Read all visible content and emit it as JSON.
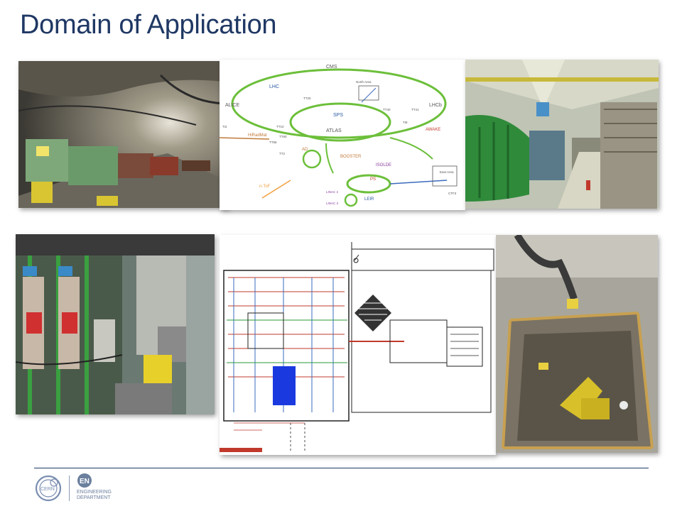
{
  "slide": {
    "title": "Domain of Application"
  },
  "accelerator_diagram": {
    "labels": {
      "cms": "CMS",
      "lhc": "LHC",
      "alice": "ALICE",
      "lhcb": "LHCb",
      "sps": "SPS",
      "atlas": "ATLAS",
      "north_area": "North Area",
      "awake": "AWAKE",
      "hiradmat": "HiRadMat",
      "ad": "AD",
      "booster": "BOOSTER",
      "isolde": "ISOLDE",
      "ps": "PS",
      "leir": "LEIR",
      "east_area": "East Area",
      "ntof": "n-ToF",
      "linac2": "LINAC 2",
      "linac3": "LINAC 3",
      "tt20": "TT20",
      "tt10": "TT10",
      "tt40": "TT40",
      "tt41": "TT41",
      "tt60": "TT60",
      "tt66": "TT66",
      "tt2": "TT2",
      "ti2": "TI2",
      "ti8": "TI8",
      "clear": "CTF3"
    }
  },
  "footer": {
    "cern_logo_text": "CERN",
    "en_logo_text": "EN",
    "engineering": "ENGINEERING",
    "department": "DEPARTMENT"
  },
  "colors": {
    "title": "#1f3864",
    "rule": "#1f3864",
    "beamline_green": "#6cbf3a"
  }
}
